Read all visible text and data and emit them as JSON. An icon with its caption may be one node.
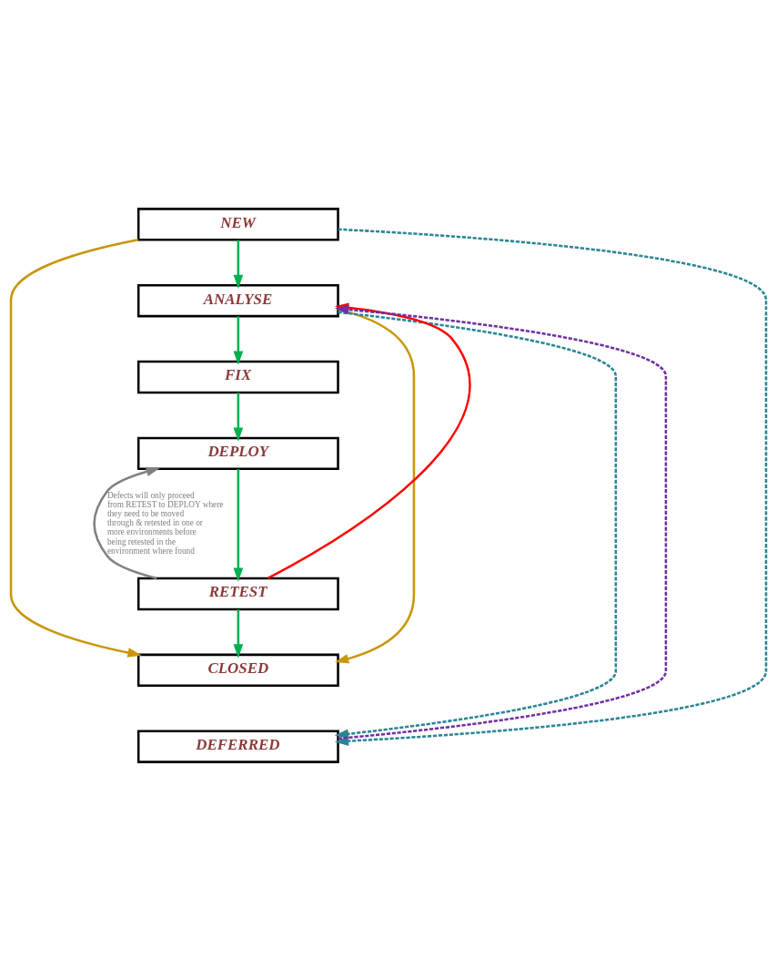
{
  "diagram": {
    "nodes": [
      {
        "text": [
          "NEW"
        ]
      },
      {
        "text": [
          "ANALYSE"
        ]
      },
      {
        "text": [
          "FIX"
        ]
      },
      {
        "text": [
          "DEPLOY"
        ]
      },
      {
        "text": [
          "RETEST"
        ]
      },
      {
        "text": [
          "CLOSED"
        ]
      },
      {
        "text": [
          "DEFERRED"
        ]
      }
    ],
    "edges": [
      {
        "from": 0,
        "to": 1,
        "arrow": "to"
      },
      {
        "from": 1,
        "to": 2,
        "arrow": "to"
      },
      {
        "from": 2,
        "to": 3,
        "arrow": "to"
      },
      {
        "from": 3,
        "to": 4,
        "arrow": "to"
      },
      {
        "from": 4,
        "to": 5,
        "arrow": "to"
      },
      {
        "from": 0,
        "to": 5,
        "arrow": "to",
        "color": "#c8960a"
      },
      {
        "from": 1,
        "to": 5,
        "arrow": "to",
        "color": "#c8960a"
      },
      {
        "from": 0,
        "to": 6,
        "arrow": "to",
        "style": "dashed",
        "color": "#2a8595"
      },
      {
        "from": 1,
        "to": 6,
        "arrow": "to",
        "style": "dashed",
        "color": "#2a8595"
      },
      {
        "from": 4,
        "to": 3,
        "arrow": "to",
        "color": "#808080",
        "label": "Defects will only proceed from RETEST to DEPLOY where they need to be moved through & retested in one or more environments before being retested in the environment where found"
      },
      {
        "from": 4,
        "to": 1,
        "arrow": "to",
        "color": "#ff0000"
      },
      {
        "from": 6,
        "to": 1,
        "arrow": "to",
        "style": "dashed",
        "color": "#7030a0"
      }
    ]
  }
}
